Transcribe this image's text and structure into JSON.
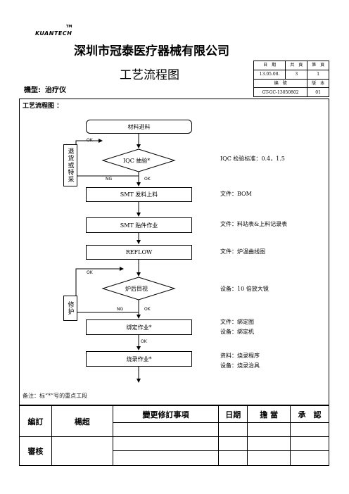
{
  "header": {
    "logo": "KUANTECH",
    "logo_tm": "TM",
    "company": "深圳市冠泰医疗器械有限公司",
    "title": "工艺流程图",
    "model_label": "機型:",
    "model_value": "治疗仪"
  },
  "info": {
    "date_label": "日　期",
    "total_label": "共　頁",
    "page_label": "第　頁",
    "date_value": "13.05.08.",
    "total_value": "3",
    "page_value": "1",
    "code_label": "編　號",
    "version_label": "版　本",
    "code_value": "GT-GC-13050802",
    "version_value": "01"
  },
  "section_title": "工艺流程图 ：",
  "flow": {
    "start": "材料进料",
    "iqc": "IQC 抽验*",
    "reject": "退货或特采",
    "smt_feed": "SMT 发料上料",
    "smt_place": "SMT 贴件作业",
    "reflow": "REFLOW",
    "visual": "炉后目视",
    "repair": "修护",
    "binding": "绑定作业*",
    "burning": "烧录作业*",
    "ok": "OK",
    "ng": "NG"
  },
  "side_notes": {
    "iqc": "IQC 检验标准：0.4，1.5",
    "smt_feed": "文件：BOM",
    "smt_place": "文件：料站表&上料记录表",
    "reflow": "文件：炉温曲线图",
    "visual": "设备：10 倍放大镜",
    "binding_1": "文件：绑定图",
    "binding_2": "设备：绑定机",
    "burning_1": "资料：烧录程序",
    "burning_2": "设备：烧录治具"
  },
  "note": "备注：标“*”号的重点工段",
  "signature": {
    "prepared_label": "編訂",
    "prepared_name": "楊超",
    "change_label": "變更修訂事項",
    "date_label": "日期",
    "owner_label": "擔 當",
    "approve_label": "承　認",
    "review_label": "審核"
  }
}
